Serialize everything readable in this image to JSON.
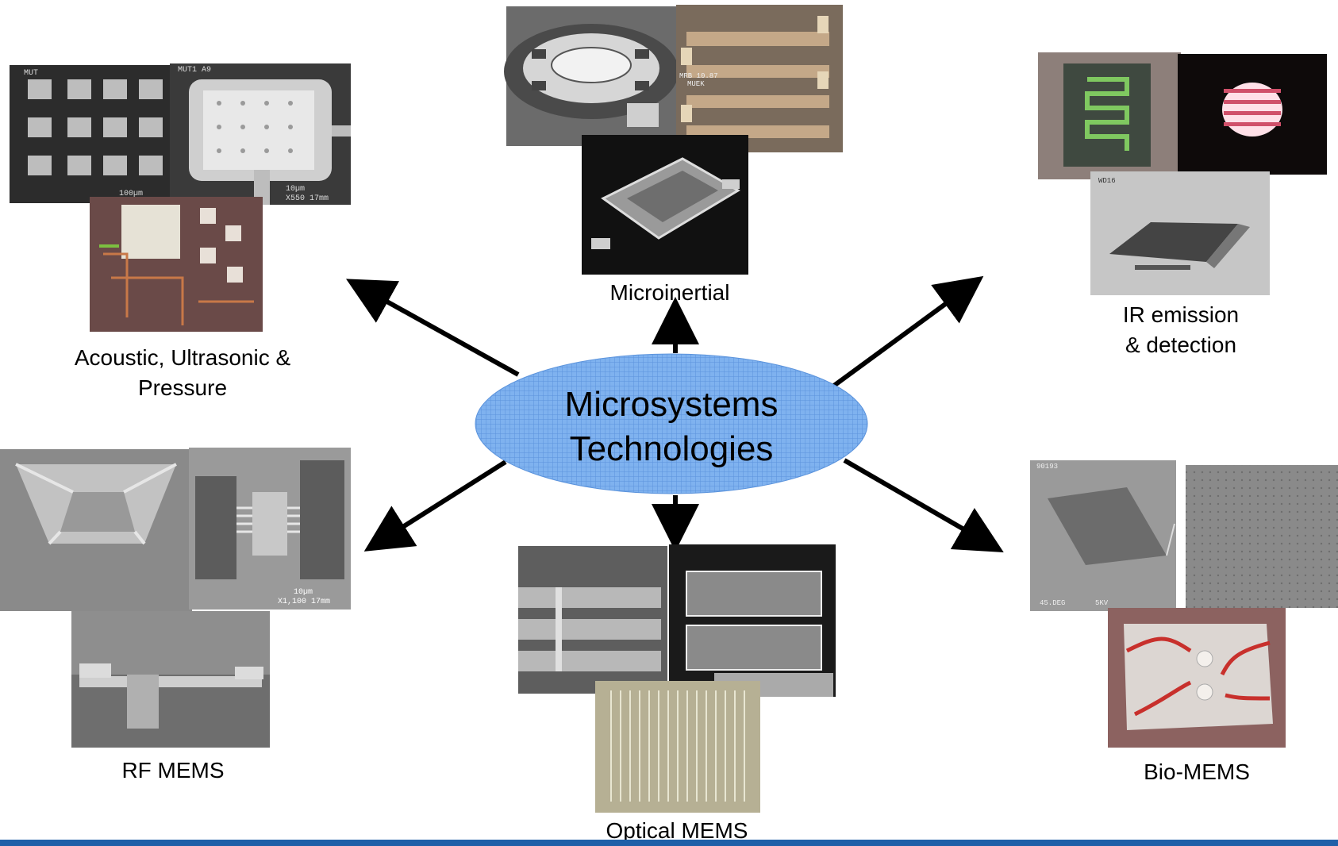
{
  "center": {
    "line1": "Microsystems",
    "line2": "Technologies"
  },
  "labels": {
    "microinertial": "Microinertial",
    "acoustic_line1": "Acoustic, Ultrasonic &",
    "acoustic_line2": "Pressure",
    "ir_line1": "IR emission",
    "ir_line2": "& detection",
    "rf": "RF MEMS",
    "optical": "Optical MEMS",
    "bio": "Bio-MEMS"
  },
  "photo_captions": {
    "acoustic_1": "MUT",
    "acoustic_2": "MUT1 A9",
    "acoustic_2_scale": "10µm",
    "acoustic_2_mag": "X550 17mm",
    "acoustic_1_scale": "100µm",
    "micro_2_a": "MRB 10.87",
    "micro_2_b": "MUEK",
    "ir_3": "WD16",
    "rf_2_scale": "10µm",
    "rf_2_mag": "X1,100 17mm",
    "bio_1": "90193",
    "bio_1_deg": "45.DEG",
    "bio_1_kv": "5KV"
  },
  "colors": {
    "ellipse_fill": "#7fb2ef",
    "ellipse_grid": "#5b93dc",
    "arrow": "#000000",
    "bottom_bar": "#1f5fa8"
  }
}
